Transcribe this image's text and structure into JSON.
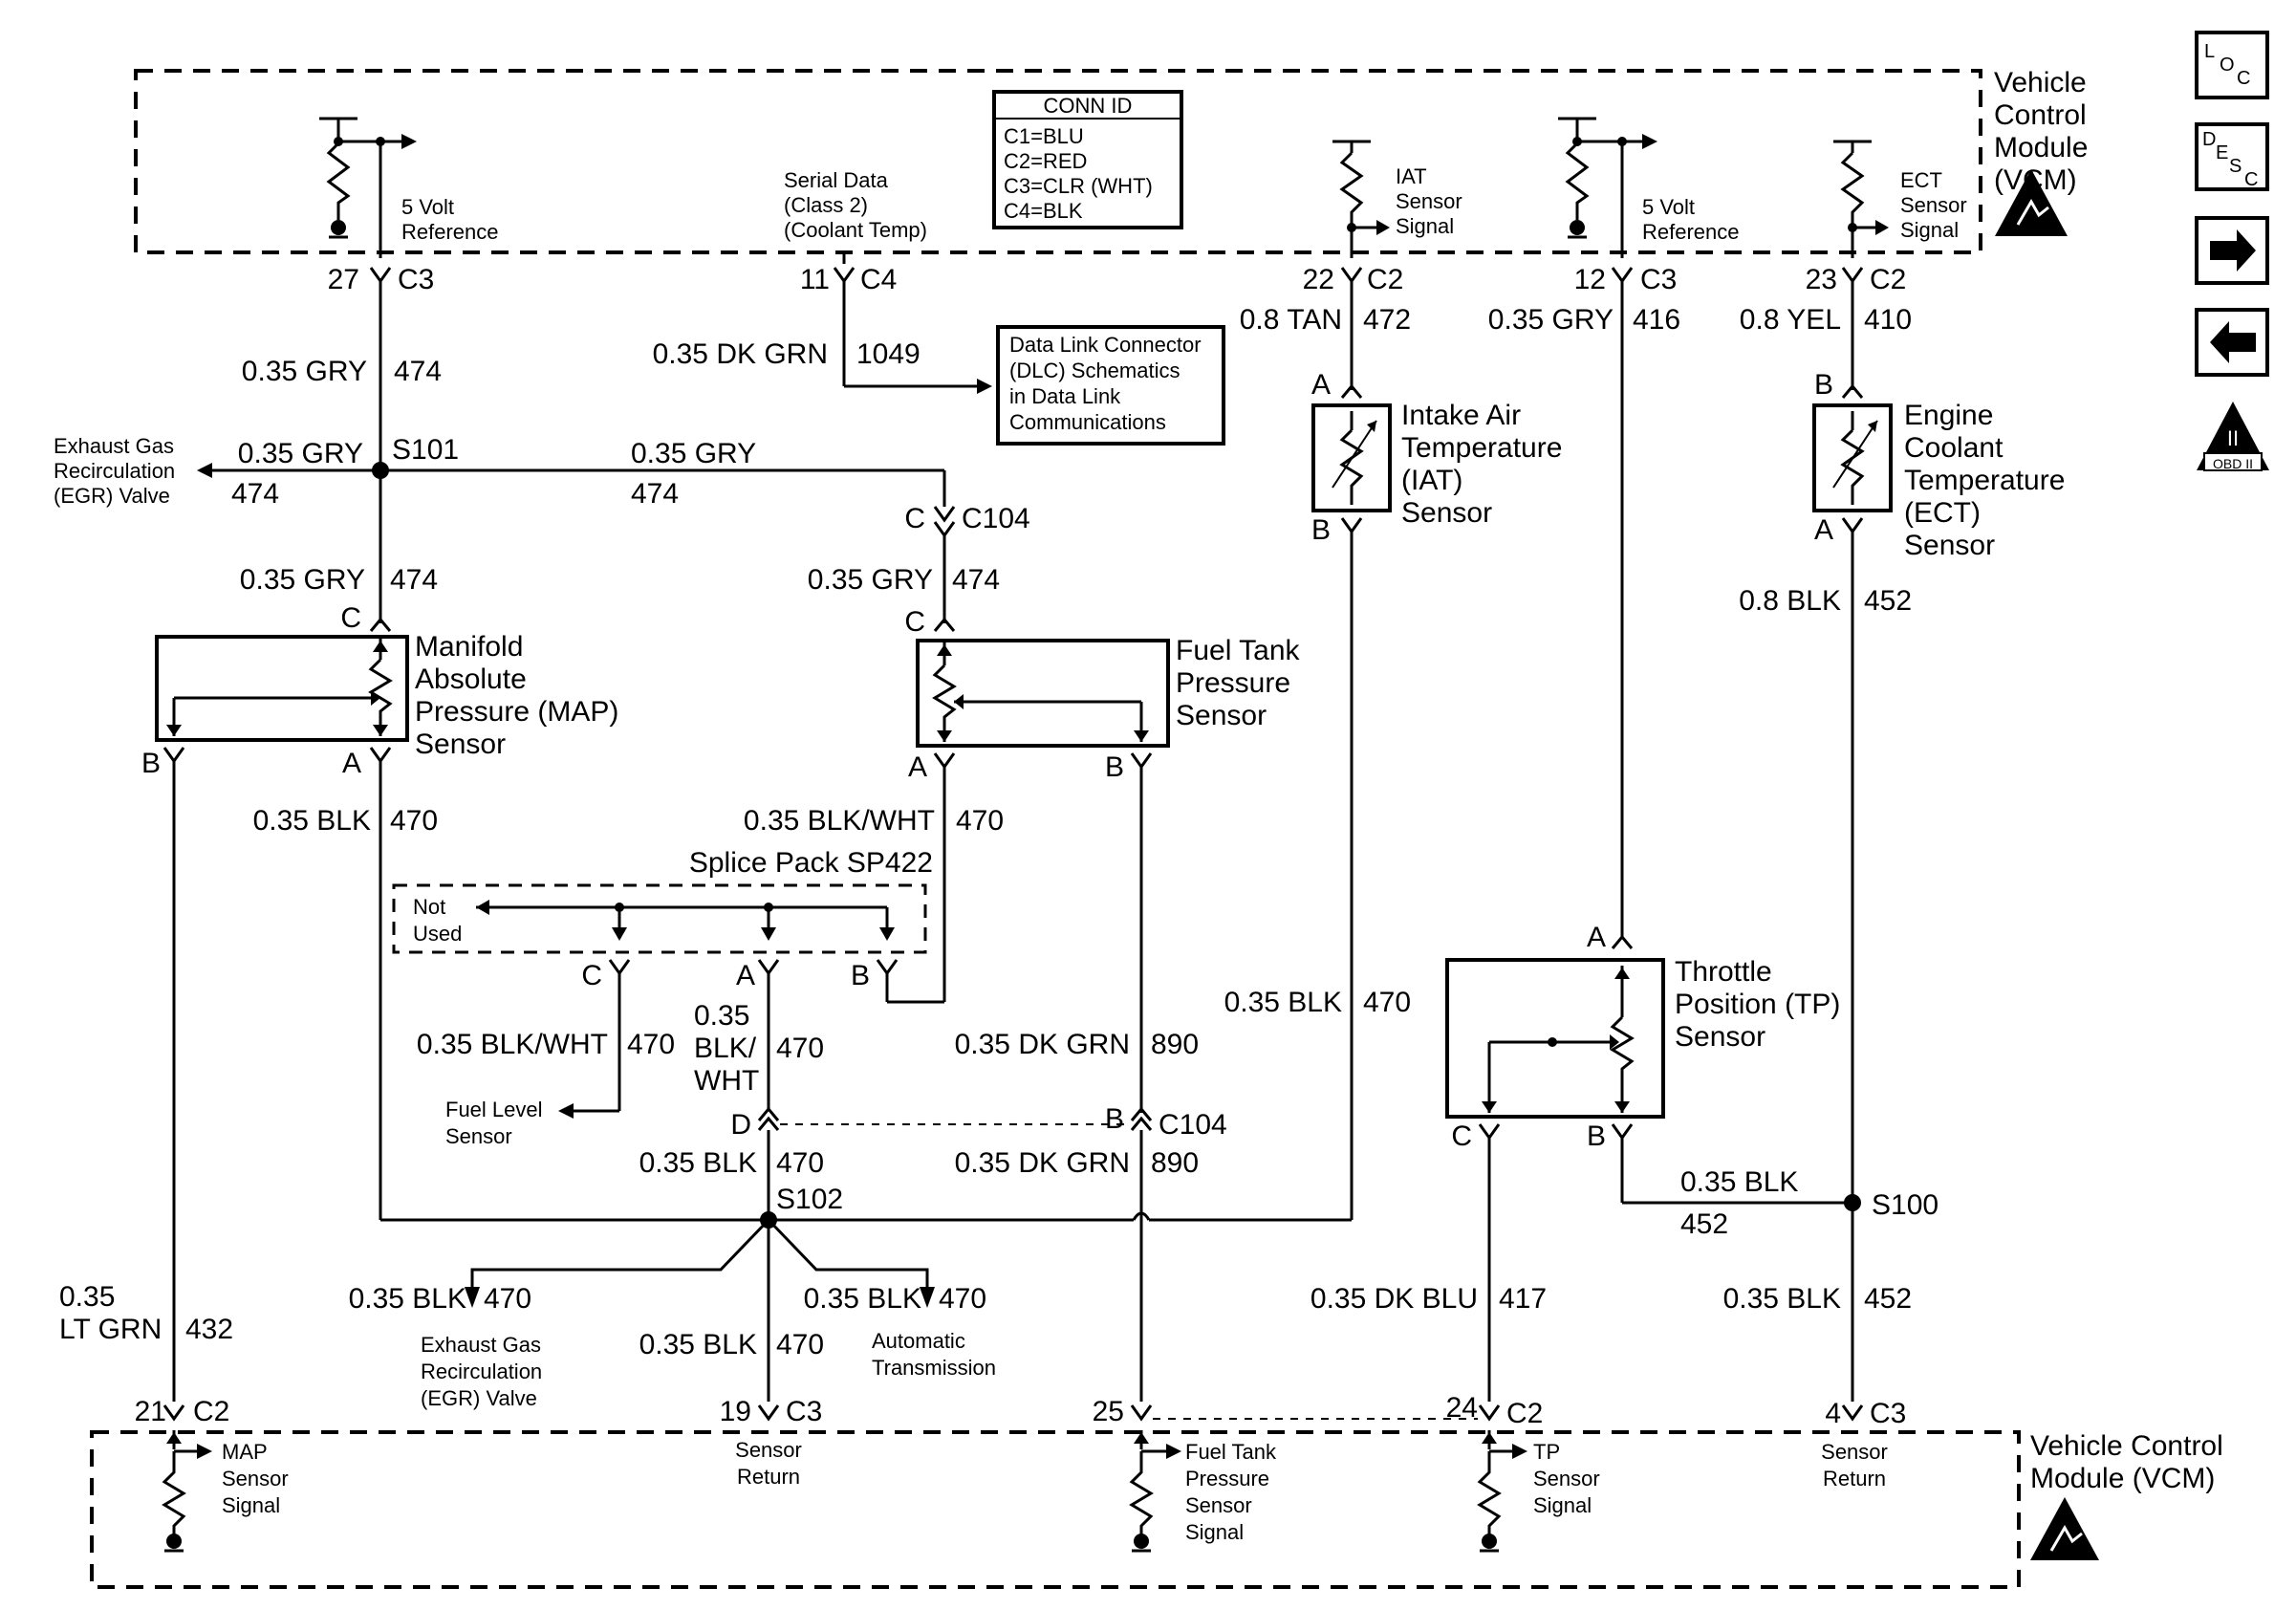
{
  "modules": {
    "vcm_top": "Vehicle\nControl\nModule\n(VCM)",
    "vcm_bottom": "Vehicle Control\nModule (VCM)"
  },
  "conn_id": {
    "title": "CONN ID",
    "lines": [
      "C1=BLU",
      "C2=RED",
      "C3=CLR (WHT)",
      "C4=BLK"
    ]
  },
  "side_icons": {
    "loc": "LOC",
    "desc": "DESC",
    "obd": "OBD II",
    "next": "right-arrow-icon",
    "prev": "left-arrow-icon"
  },
  "top_labels": {
    "ref5v_a": "5 Volt\nReference",
    "serial": "Serial Data\n(Class 2)\n(Coolant Temp)",
    "iat_sig": "IAT\nSensor\nSignal",
    "ref5v_b": "5 Volt\nReference",
    "ect_sig": "ECT\nSensor\nSignal"
  },
  "pins_top": [
    {
      "pin": "27",
      "conn": "C3"
    },
    {
      "pin": "11",
      "conn": "C4"
    },
    {
      "pin": "22",
      "conn": "C2"
    },
    {
      "pin": "12",
      "conn": "C3"
    },
    {
      "pin": "23",
      "conn": "C2"
    }
  ],
  "wires": {
    "w474a": "0.35 GRY",
    "c474a": "474",
    "w1049": "0.35 DK GRN",
    "c1049": "1049",
    "w472": "0.8 TAN",
    "c472": "472",
    "w416": "0.35 GRY",
    "c416": "416",
    "w410": "0.8 YEL",
    "c410": "410",
    "w474b": "0.35 GRY",
    "c474b": "474",
    "w474c": "0.35 GRY",
    "c474c": "474",
    "w474d": "0.35 GRY",
    "c474d": "474",
    "w474e": "0.35 GRY",
    "c474e": "474",
    "w452a": "0.8 BLK",
    "c452a": "452",
    "w470a": "0.35 BLK",
    "c470a": "470",
    "w470b": "0.35 BLK/WHT",
    "c470b": "470",
    "w470c": "0.35 BLK",
    "c470c": "470",
    "w470d": "0.35 BLK/WHT",
    "c470d": "470",
    "w470e_1": "0.35",
    "w470e_2": "BLK/",
    "w470e_3": "WHT",
    "c470e": "470",
    "w890a": "0.35 DK GRN",
    "c890a": "890",
    "w470f": "0.35 BLK",
    "c470f": "470",
    "w890b": "0.35 DK GRN",
    "c890b": "890",
    "w452b": "0.35 BLK",
    "c452b": "452",
    "w432_1": "0.35",
    "w432_2": "LT GRN",
    "c432": "432",
    "w470g": "0.35 BLK",
    "c470g": "470",
    "w470h": "0.35 BLK",
    "c470h": "470",
    "w470i": "0.35 BLK",
    "c470i": "470",
    "w417": "0.35 DK BLU",
    "c417": "417",
    "w452c": "0.35 BLK",
    "c452c": "452"
  },
  "splices": {
    "s101": "S101",
    "s102": "S102",
    "s100": "S100",
    "sp422": "Splice Pack SP422",
    "c104a": "C104",
    "c104b": "C104"
  },
  "components": {
    "map": "Manifold\nAbsolute\nPressure (MAP)\nSensor",
    "ftp": "Fuel Tank\nPressure\nSensor",
    "iat": "Intake Air\nTemperature\n(IAT)\nSensor",
    "ect": "Engine\nCoolant\nTemperature\n(ECT)\nSensor",
    "tp": "Throttle\nPosition (TP)\nSensor",
    "dlc": "Data Link Connector\n(DLC) Schematics\nin Data Link\nCommunications",
    "egr_a": "Exhaust Gas\nRecirculation\n(EGR) Valve",
    "egr_b": "Exhaust Gas\nRecirculation\n(EGR) Valve",
    "fuel_level": "Fuel Level\nSensor",
    "auto_trans": "Automatic\nTransmission",
    "not_used": "Not\nUsed"
  },
  "terminals": {
    "C": "C",
    "A": "A",
    "B": "B",
    "D": "D"
  },
  "pins_bottom": [
    {
      "pin": "21",
      "conn": "C2"
    },
    {
      "pin": "19",
      "conn": "C3"
    },
    {
      "pin": "25",
      "conn": ""
    },
    {
      "pin": "24",
      "conn": "C2"
    },
    {
      "pin": "4",
      "conn": "C3"
    }
  ],
  "bottom_labels": {
    "map_sig": "MAP\nSensor\nSignal",
    "sensor_ret_a": "Sensor\nReturn",
    "ftp_sig": "Fuel Tank\nPressure\nSensor\nSignal",
    "tp_sig": "TP\nSensor\nSignal",
    "sensor_ret_b": "Sensor\nReturn"
  }
}
